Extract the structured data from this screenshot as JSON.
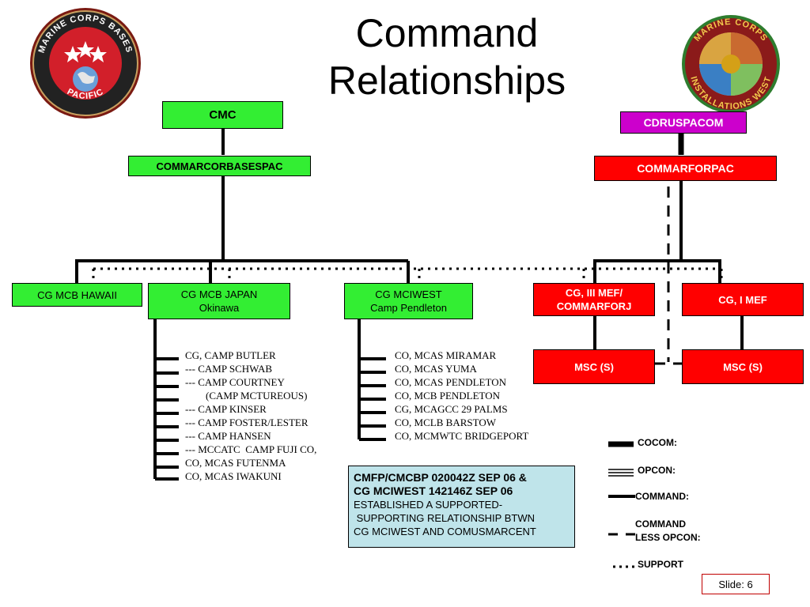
{
  "title": {
    "line1": "Command",
    "line2": "Relationships"
  },
  "logos": {
    "left": {
      "text_top": "MARINE CORPS BASES",
      "text_bottom": "PACIFIC"
    },
    "right": {
      "text_top": "MARINE CORPS",
      "text_bottom": "INSTALLATIONS WEST"
    }
  },
  "nodes": {
    "cmc": "CMC",
    "commarcorbasespac": "COMMARCORBASESPAC",
    "cdruspacom": "CDRUSPACOM",
    "commarforpac": "COMMARFORPAC",
    "cg_mcb_hawaii": "CG MCB HAWAII",
    "cg_mcb_japan": {
      "line1": "CG MCB JAPAN",
      "line2": "Okinawa"
    },
    "cg_mciwest": {
      "line1": "CG MCIWEST",
      "line2": "Camp Pendleton"
    },
    "cg_iii_mef": {
      "line1": "CG, III MEF/",
      "line2": "COMMARFORJ"
    },
    "cg_i_mef": "CG, I MEF",
    "msc_left": "MSC (S)",
    "msc_right": "MSC (S)"
  },
  "japan_units": [
    "CG, CAMP BUTLER",
    "--- CAMP SCHWAB",
    "--- CAMP COURTNEY",
    "        (CAMP MCTUREOUS)",
    "--- CAMP KINSER",
    "--- CAMP FOSTER/LESTER",
    "--- CAMP HANSEN",
    "--- MCCATC  CAMP FUJI CO,",
    "CO, MCAS FUTENMA",
    "CO, MCAS IWAKUNI"
  ],
  "west_units": [
    "CO, MCAS MIRAMAR",
    "CO, MCAS YUMA",
    "CO, MCAS PENDLETON",
    "CO, MCB PENDLETON",
    "CG, MCAGCC 29 PALMS",
    "CO, MCLB BARSTOW",
    "CO, MCMWTC BRIDGEPORT"
  ],
  "note": {
    "line1": "CMFP/CMCBP 020042Z SEP 06 &",
    "line2": "CG MCIWEST 142146Z SEP 06",
    "line3": "ESTABLISHED A SUPPORTED-",
    "line4": " SUPPORTING RELATIONSHIP BTWN",
    "line5": "CG MCIWEST AND COMUSMARCENT"
  },
  "legend": {
    "cocom": "COCOM:",
    "opcon": "OPCON:",
    "command": "COMMAND:",
    "command_less_1": "COMMAND",
    "command_less_2": "LESS OPCON:",
    "support": "SUPPORT"
  },
  "slide": "Slide: 6",
  "colors": {
    "green": "#33ee33",
    "red": "#ff0000",
    "magenta": "#cc00cc",
    "note_bg": "#bfe4ea"
  }
}
